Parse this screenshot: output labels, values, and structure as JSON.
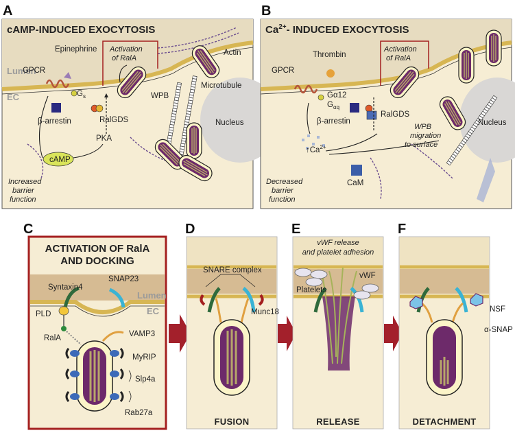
{
  "panels": {
    "A": {
      "letter": "A",
      "title": "cAMP-INDUCED EXOCYTOSIS",
      "lumen": "Lumen",
      "ec": "EC",
      "activation_line1": "Activation",
      "activation_line2": "of RalA",
      "epinephrine": "Epinephrine",
      "gpcr": "GPCR",
      "gs": "G",
      "gs_sub": "s",
      "beta_arrestin": "β-arrestin",
      "ralgds": "RalGDS",
      "pka": "PKA",
      "camp": "cAMP",
      "wpb": "WPB",
      "actin": "Actin",
      "microtubule": "Microtubule",
      "nucleus": "Nucleus",
      "effect_line1": "Increased",
      "effect_line2": "barrier",
      "effect_line3": "function"
    },
    "B": {
      "letter": "B",
      "title_pre": "Ca",
      "title_sup": "2+",
      "title_post": "- INDUCED EXOCYTOSIS",
      "activation_line1": "Activation",
      "activation_line2": "of RalA",
      "thrombin": "Thrombin",
      "gpcr": "GPCR",
      "ga12": "Gα12",
      "gaq": "G",
      "gaq_sub": "αq",
      "beta_arrestin": "β-arrestin",
      "ralgds": "RalGDS",
      "ca_label": "↑Ca",
      "ca_sup": "2+",
      "cam": "CaM",
      "wpb_line1": "WPB",
      "wpb_line2": "migration",
      "wpb_line3": "to surface",
      "nucleus": "Nucleus",
      "effect_line1": "Decreased",
      "effect_line2": "barrier",
      "effect_line3": "function"
    },
    "C": {
      "letter": "C",
      "title_line1": "ACTIVATION OF RalA",
      "title_line2": "AND DOCKING",
      "syntaxin": "Syntaxin4",
      "snap23": "SNAP23",
      "lumen": "Lumen",
      "ec": "EC",
      "pld": "PLD",
      "rala": "RalA",
      "vamp3": "VAMP3",
      "myrip": "MyRIP",
      "slp4a": "Slp4a",
      "rab27a": "Rab27a"
    },
    "D": {
      "letter": "D",
      "snare": "SNARE complex",
      "munc18": "Munc18",
      "step": "FUSION"
    },
    "E": {
      "letter": "E",
      "release_line1": "vWF release",
      "release_line2": "and platelet adhesion",
      "vwf": "vWF",
      "platelets": "Platelets",
      "step": "RELEASE"
    },
    "F": {
      "letter": "F",
      "nsf": "NSF",
      "asnap": "α-SNAP",
      "step": "DETACHMENT"
    }
  },
  "colors": {
    "cell": "#f4ead0",
    "lumen": "#ebdfc3",
    "membrane": "#efd98e",
    "panel_border": "#a41f1f",
    "wpb_core": "#6d2a6a",
    "wpb_stripe": "#b7a76a",
    "arrow_red": "#a3202b",
    "nucleus": "#d9d7d5",
    "camp": "#d9e45a"
  }
}
